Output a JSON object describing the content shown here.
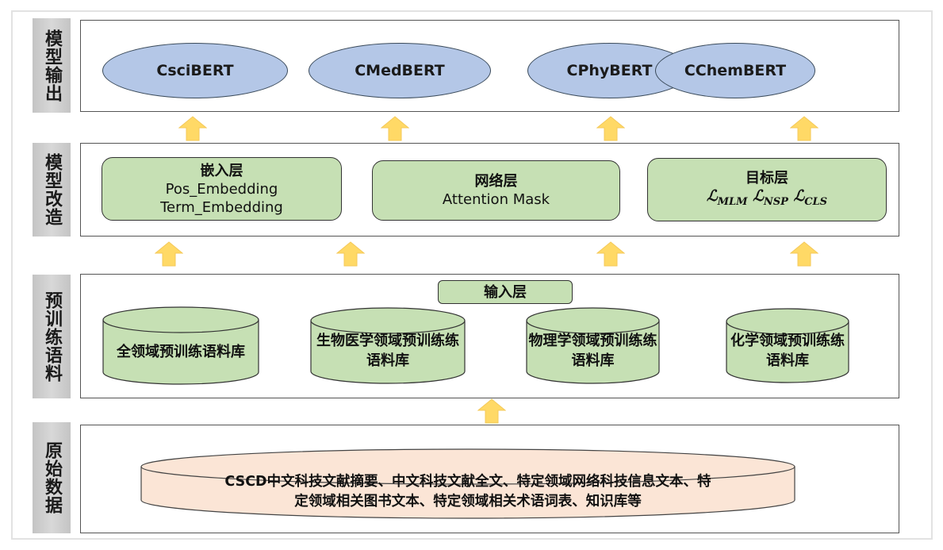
{
  "colors": {
    "ellipse_fill": "#b4c7e7",
    "green_fill": "#c6e0b4",
    "peach_fill": "#fbe5d6",
    "arrow_fill": "#ffd966",
    "side_label_fill": "#d0d0d0"
  },
  "layers": [
    {
      "id": "model-output",
      "label": "模型输出",
      "nodes": [
        "CsciBERT",
        "CMedBERT",
        "CPhyBERT",
        "CChemBERT"
      ]
    },
    {
      "id": "model-modification",
      "label": "模型改造",
      "boxes": [
        {
          "title": "嵌入层",
          "lines": [
            "Pos_Embedding",
            "Term_Embedding"
          ]
        },
        {
          "title": "网络层",
          "lines": [
            "Attention Mask"
          ]
        },
        {
          "title": "目标层",
          "losses": [
            "MLM",
            "NSP",
            "CLS"
          ],
          "loss_symbol": "ℒ"
        }
      ]
    },
    {
      "id": "pretraining-corpus",
      "label": "预训练语料",
      "input_layer_label": "输入层",
      "corpora": [
        {
          "line1": "全领域预训练语料库",
          "line2": ""
        },
        {
          "line1": "生物医学领域预训练练",
          "line2": "语料库"
        },
        {
          "line1": "物理学领域预训练练",
          "line2": "语料库"
        },
        {
          "line1": "化学领域预训练练",
          "line2": "语料库"
        }
      ]
    },
    {
      "id": "raw-data",
      "label": "原始数据",
      "source": {
        "line1": "CSCD中文科技文献摘要、中文科技文献全文、特定领域网络科技信息文本、特",
        "line2": "定领域相关图书文本、特定领域相关术语词表、知识库等"
      }
    }
  ]
}
